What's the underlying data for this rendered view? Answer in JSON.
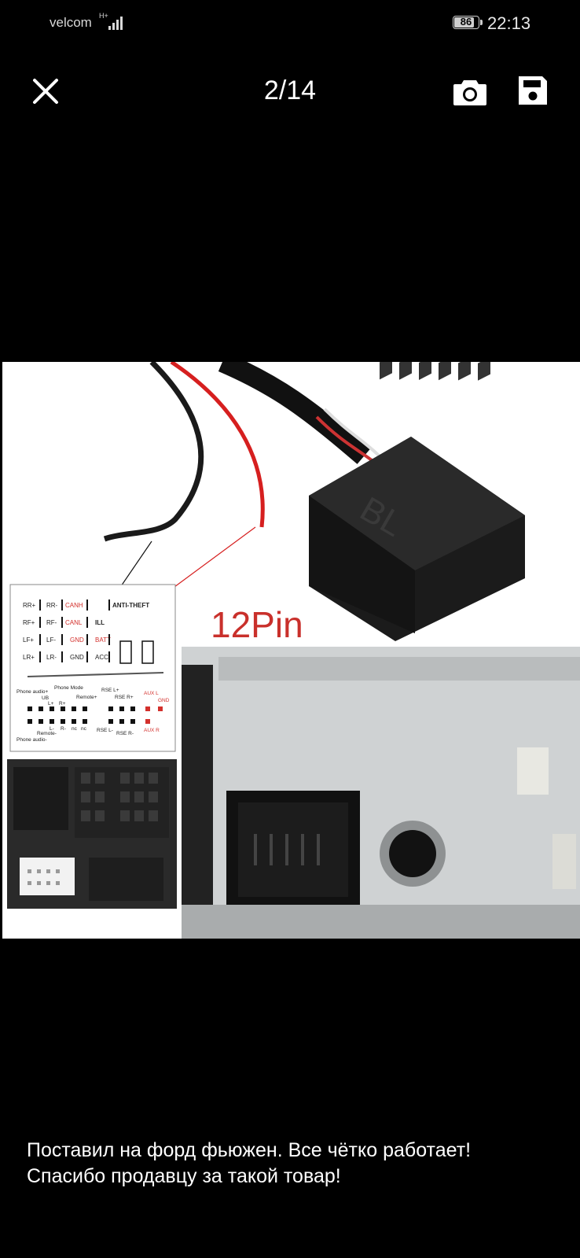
{
  "status_bar": {
    "carrier": "velcom",
    "network_type": "H+",
    "battery_level": "86",
    "battery_fraction": 0.86,
    "time": "22:13"
  },
  "viewer": {
    "page_counter": "2/14",
    "icons": {
      "close": "close-icon",
      "camera": "camera-icon",
      "save": "save-icon"
    }
  },
  "photo": {
    "headline_label": "12Pin",
    "connector_logo_text": "BL",
    "pinout": {
      "rows": [
        [
          "RR+",
          "RR-",
          "CANH",
          "ANTI-THEFT"
        ],
        [
          "RF+",
          "RF-",
          "CANL",
          "ILL"
        ],
        [
          "LF+",
          "LF-",
          "GND",
          "BATT"
        ],
        [
          "LR+",
          "LR-",
          "GND",
          "ACC"
        ]
      ],
      "highlight_color": "#d3302c",
      "lower_labels": [
        "Phone audio+",
        "Phone Mode",
        "UB",
        "L+",
        "R+",
        "Remote+",
        "RSE L+",
        "RSE R+",
        "AUX L",
        "GND",
        "L-",
        "R-",
        "nc",
        "nc",
        "RSE L-",
        "RSE R-",
        "AUX R",
        "Phone audio-",
        "Remote-"
      ]
    }
  },
  "review": {
    "line1": "Поставил на форд фьюжен. Все чётко работает!",
    "line2": "Спасибо продавцу за такой товар!"
  }
}
